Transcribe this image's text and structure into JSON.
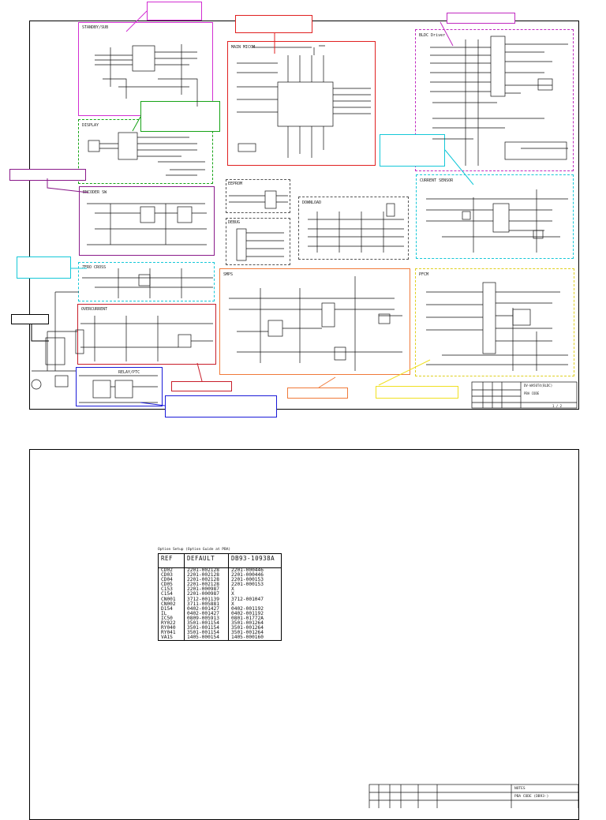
{
  "sheet1": {
    "blocks": {
      "standby": "STANDBY/SUB",
      "display": "DISPLAY",
      "encoder": "ENCODER SW",
      "micom": "MAIN MICOM",
      "bldc": "BLDC Driver",
      "current": "CURRENT SENSOR",
      "eeprom": "EEPROM",
      "debug": "DEBUG",
      "download": "DOWNLOAD",
      "zero_cross": "ZERO CROSS",
      "overcurrent": "OVERCURRENT",
      "smps": "SMPS",
      "pfc": "PFCM",
      "relay": "RELAY/PTC"
    },
    "title_block": {
      "project": "DV-WA50T4(BLDC)",
      "document": "PBA CODE",
      "page": "1 / 2"
    }
  },
  "sheet2": {
    "table_caption": "Option Setup (Option Guide at PBA)",
    "headers": {
      "ref": "REF",
      "default": "DEFAULT",
      "alt": "DB93-10938A"
    },
    "rows": [
      {
        "ref": "CD02",
        "default": "2201-002128",
        "alt": "2201-000446"
      },
      {
        "ref": "CD03",
        "default": "2201-002128",
        "alt": "2201-000446"
      },
      {
        "ref": "CD04",
        "default": "2201-002128",
        "alt": "2201-000153"
      },
      {
        "ref": "CD05",
        "default": "2201-002128",
        "alt": "2201-000153"
      },
      {
        "ref": "C153",
        "default": "2201-000987",
        "alt": "X"
      },
      {
        "ref": "C154",
        "default": "2201-000987",
        "alt": "X"
      },
      {
        "ref": "CN001",
        "default": "3712-001139",
        "alt": "3712-001047"
      },
      {
        "ref": "CN002",
        "default": "3711-005881",
        "alt": "X"
      },
      {
        "ref": "D154",
        "default": "0402-001427",
        "alt": "0402-001192"
      },
      {
        "ref": "IL",
        "default": "0402-001427",
        "alt": "0402-001192"
      },
      {
        "ref": "IC50",
        "default": "0809-005913",
        "alt": "0801-01772A"
      },
      {
        "ref": "RY022",
        "default": "3501-001154",
        "alt": "3501-001264"
      },
      {
        "ref": "RY040",
        "default": "3501-001154",
        "alt": "3501-001264"
      },
      {
        "ref": "RY041",
        "default": "3501-001154",
        "alt": "3501-001264"
      },
      {
        "ref": "VA1S",
        "default": "1405-000154",
        "alt": "1405-000160"
      }
    ],
    "title_block": {
      "label": "NOTES",
      "code": "PBA CODE (DB93-)"
    }
  },
  "colors": {
    "magenta": "#d22ed2",
    "red": "#e02020",
    "green": "#16a316",
    "purple": "#8a1a8a",
    "cyan": "#15c8d8",
    "dark_red": "#c81e2a",
    "orange": "#f07a3a",
    "yellow": "#f0e020",
    "blue": "#1a1ad8"
  }
}
